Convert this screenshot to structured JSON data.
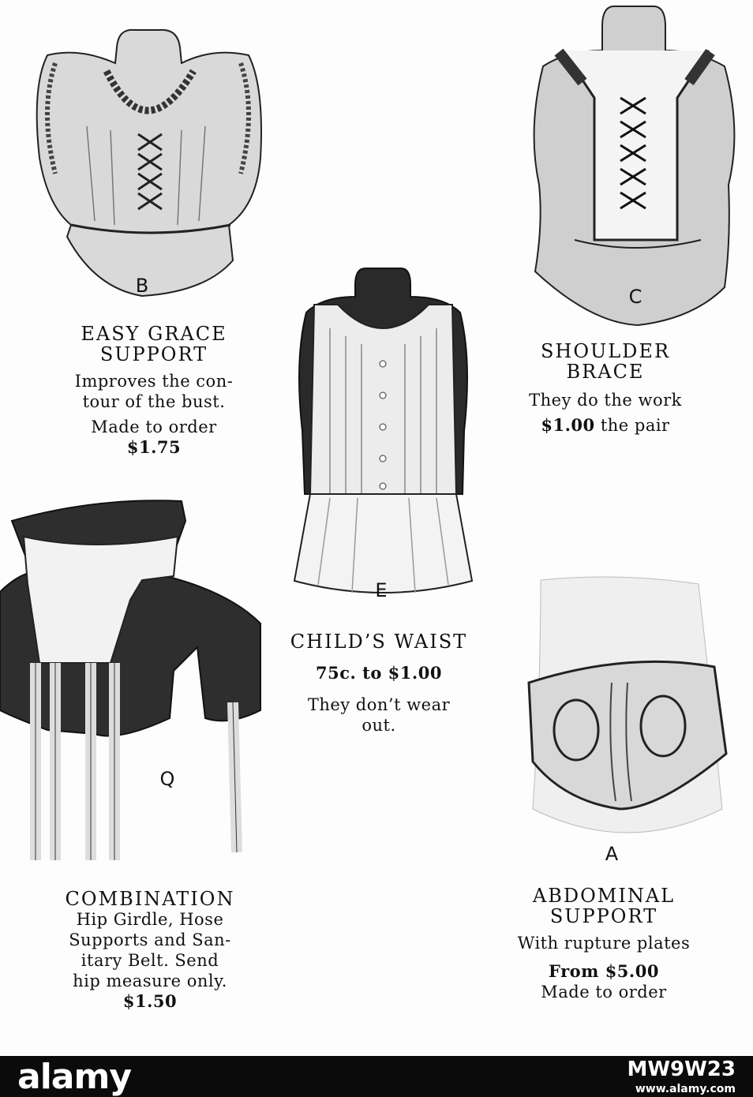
{
  "items": {
    "b": {
      "letter": "B",
      "title1": "EASY GRACE",
      "title2": "SUPPORT",
      "line1": "Improves the con-",
      "line2": "tour of the bust.",
      "line3": "Made to order",
      "price": "$1.75"
    },
    "c": {
      "letter": "C",
      "title1": "SHOULDER",
      "title2": "BRACE",
      "line1": "They do the work",
      "price": "$1.00",
      "price_suffix": " the pair"
    },
    "e": {
      "letter": "E",
      "title": "CHILD’S WAIST",
      "price": "75c. to $1.00",
      "line1": "They don’t wear",
      "line2": "out."
    },
    "q": {
      "letter": "Q",
      "title": "COMBINATION",
      "line1": "Hip Girdle, Hose",
      "line2": "Supports and San-",
      "line3": "itary Belt.  Send",
      "line4": "hip measure only.",
      "price": "$1.50"
    },
    "a": {
      "letter": "A",
      "title1": "ABDOMINAL",
      "title2": "SUPPORT",
      "line1": "With rupture plates",
      "price": "From $5.00",
      "line2": "Made to order"
    }
  },
  "footer": {
    "brand": "alamy",
    "code": "MW9W23",
    "url": "www.alamy.com"
  }
}
